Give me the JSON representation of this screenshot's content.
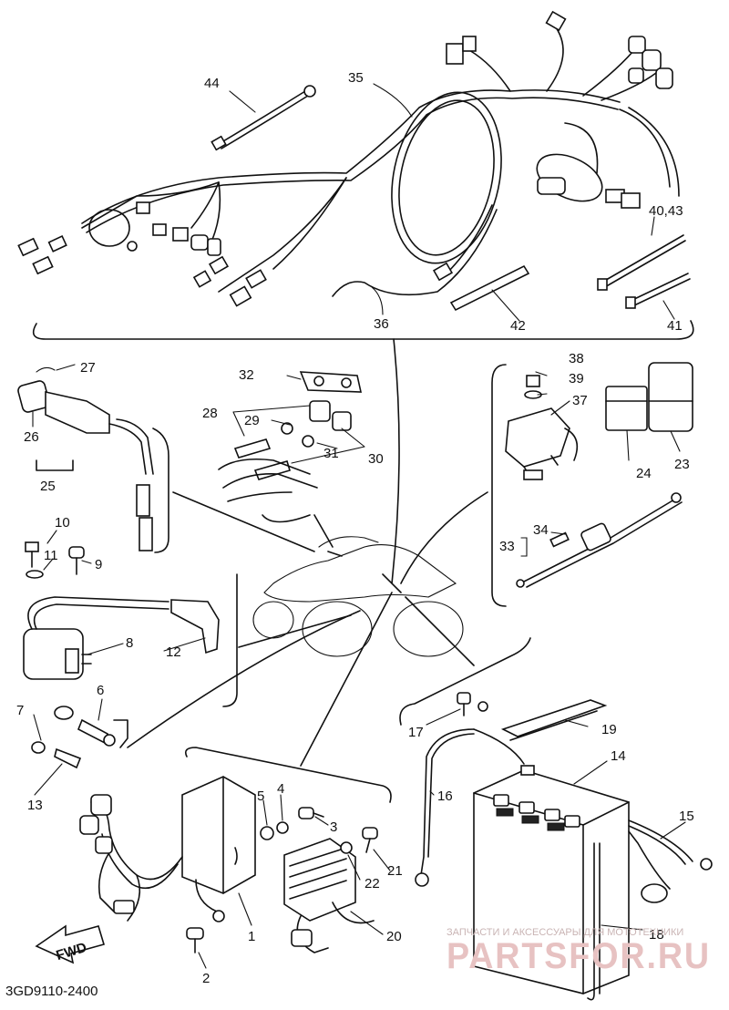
{
  "part_labels": [
    "44",
    "35",
    "40,43",
    "42",
    "41",
    "36",
    "27",
    "32",
    "28",
    "29",
    "31",
    "30",
    "26",
    "25",
    "38",
    "39",
    "37",
    "24",
    "23",
    "10",
    "11",
    "9",
    "34",
    "33",
    "8",
    "12",
    "6",
    "7",
    "13",
    "17",
    "19",
    "14",
    "16",
    "5",
    "4",
    "3",
    "15",
    "21",
    "22",
    "1",
    "20",
    "18",
    "2"
  ],
  "fwd_label": "FWD",
  "diagram_code": "3GD9110-2400",
  "watermark": {
    "tagline": "ЗАПЧАСТИ И АКСЕССУАРЫ ДЛЯ МОТОТЕХНИКИ",
    "brand": "PARTSFOR.RU"
  }
}
